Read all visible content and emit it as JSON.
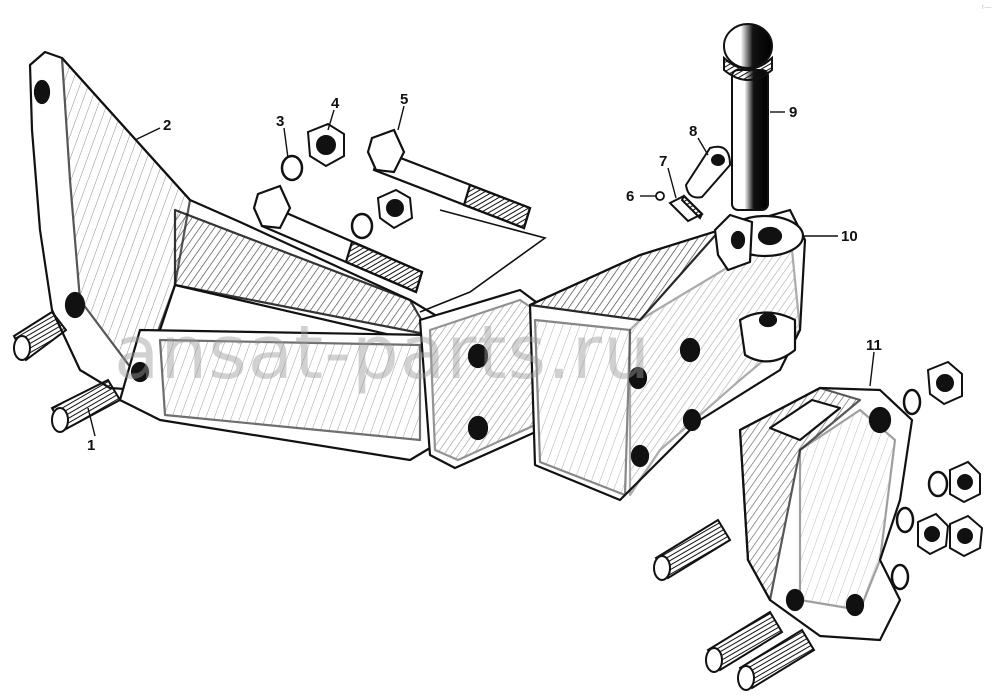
{
  "diagram": {
    "callouts": [
      {
        "id": "1",
        "part": "stud-left"
      },
      {
        "id": "2",
        "part": "bracket-body"
      },
      {
        "id": "3",
        "part": "spring-washer"
      },
      {
        "id": "4",
        "part": "nut"
      },
      {
        "id": "5",
        "part": "bolt"
      },
      {
        "id": "6",
        "part": "cotter-pin"
      },
      {
        "id": "7",
        "part": "small-pin"
      },
      {
        "id": "8",
        "part": "chain-plate"
      },
      {
        "id": "9",
        "part": "hitch-pin"
      },
      {
        "id": "10",
        "part": "hitch-jaw"
      },
      {
        "id": "11",
        "part": "mounting-plate"
      }
    ],
    "watermark": "ansat-parts.ru",
    "corner_mark": "г—"
  }
}
